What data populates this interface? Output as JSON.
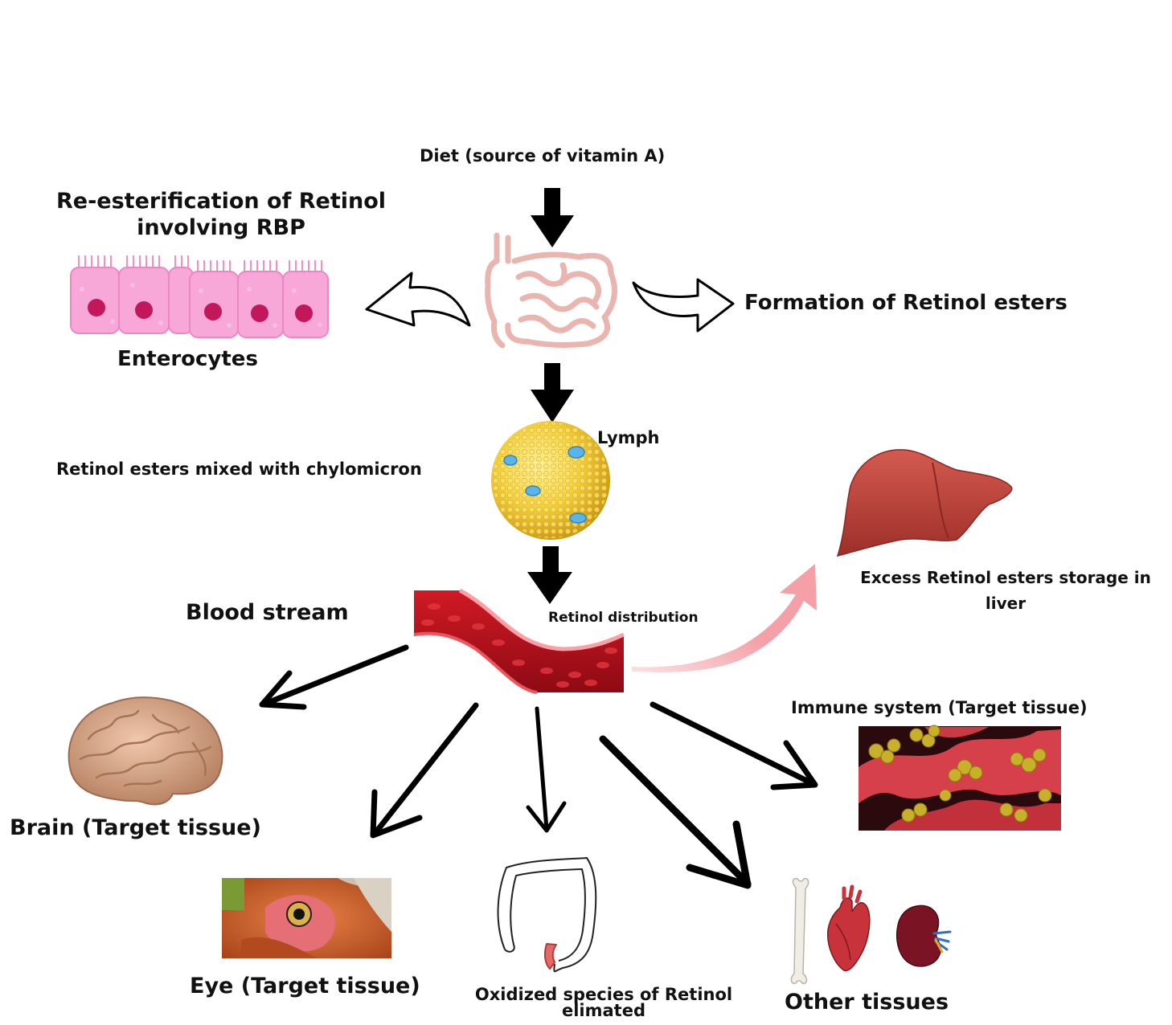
{
  "labels": {
    "diet": "Diet (source of vitamin A)",
    "reesterification_line1": "Re-esterification of Retinol",
    "reesterification_line2": "involving RBP",
    "enterocytes": "Enterocytes",
    "formation": "Formation of Retinol esters",
    "lymph": "Lymph",
    "chylomicron": "Retinol esters mixed with chylomicron",
    "blood_stream": "Blood stream",
    "retinol_distribution": "Retinol distribution",
    "liver_storage_line1": "Excess Retinol esters storage in",
    "liver_storage_line2": "liver",
    "brain": "Brain (Target tissue)",
    "immune": "Immune system (Target tissue)",
    "eye": "Eye (Target tissue)",
    "oxidized_line1": "Oxidized species of Retinol",
    "oxidized_line2": "elimated",
    "other_tissues": "Other tissues"
  },
  "icons": [
    "intestine-icon",
    "enterocytes-icon",
    "chylomicron-icon",
    "blood-vessel-icon",
    "liver-icon",
    "brain-icon",
    "immune-cells-icon",
    "eye-icon",
    "colon-icon",
    "bone-icon",
    "heart-icon",
    "kidney-icon"
  ],
  "colors": {
    "arrow": "#000000",
    "liver_arrow": "#f4a0a6",
    "enterocyte": "#f7a8d8",
    "nucleus": "#c2185b",
    "chylomicron": "#f2cf3a",
    "blood": "#b3101c",
    "liver": "#c0463e",
    "brain": "#d8a98e"
  }
}
